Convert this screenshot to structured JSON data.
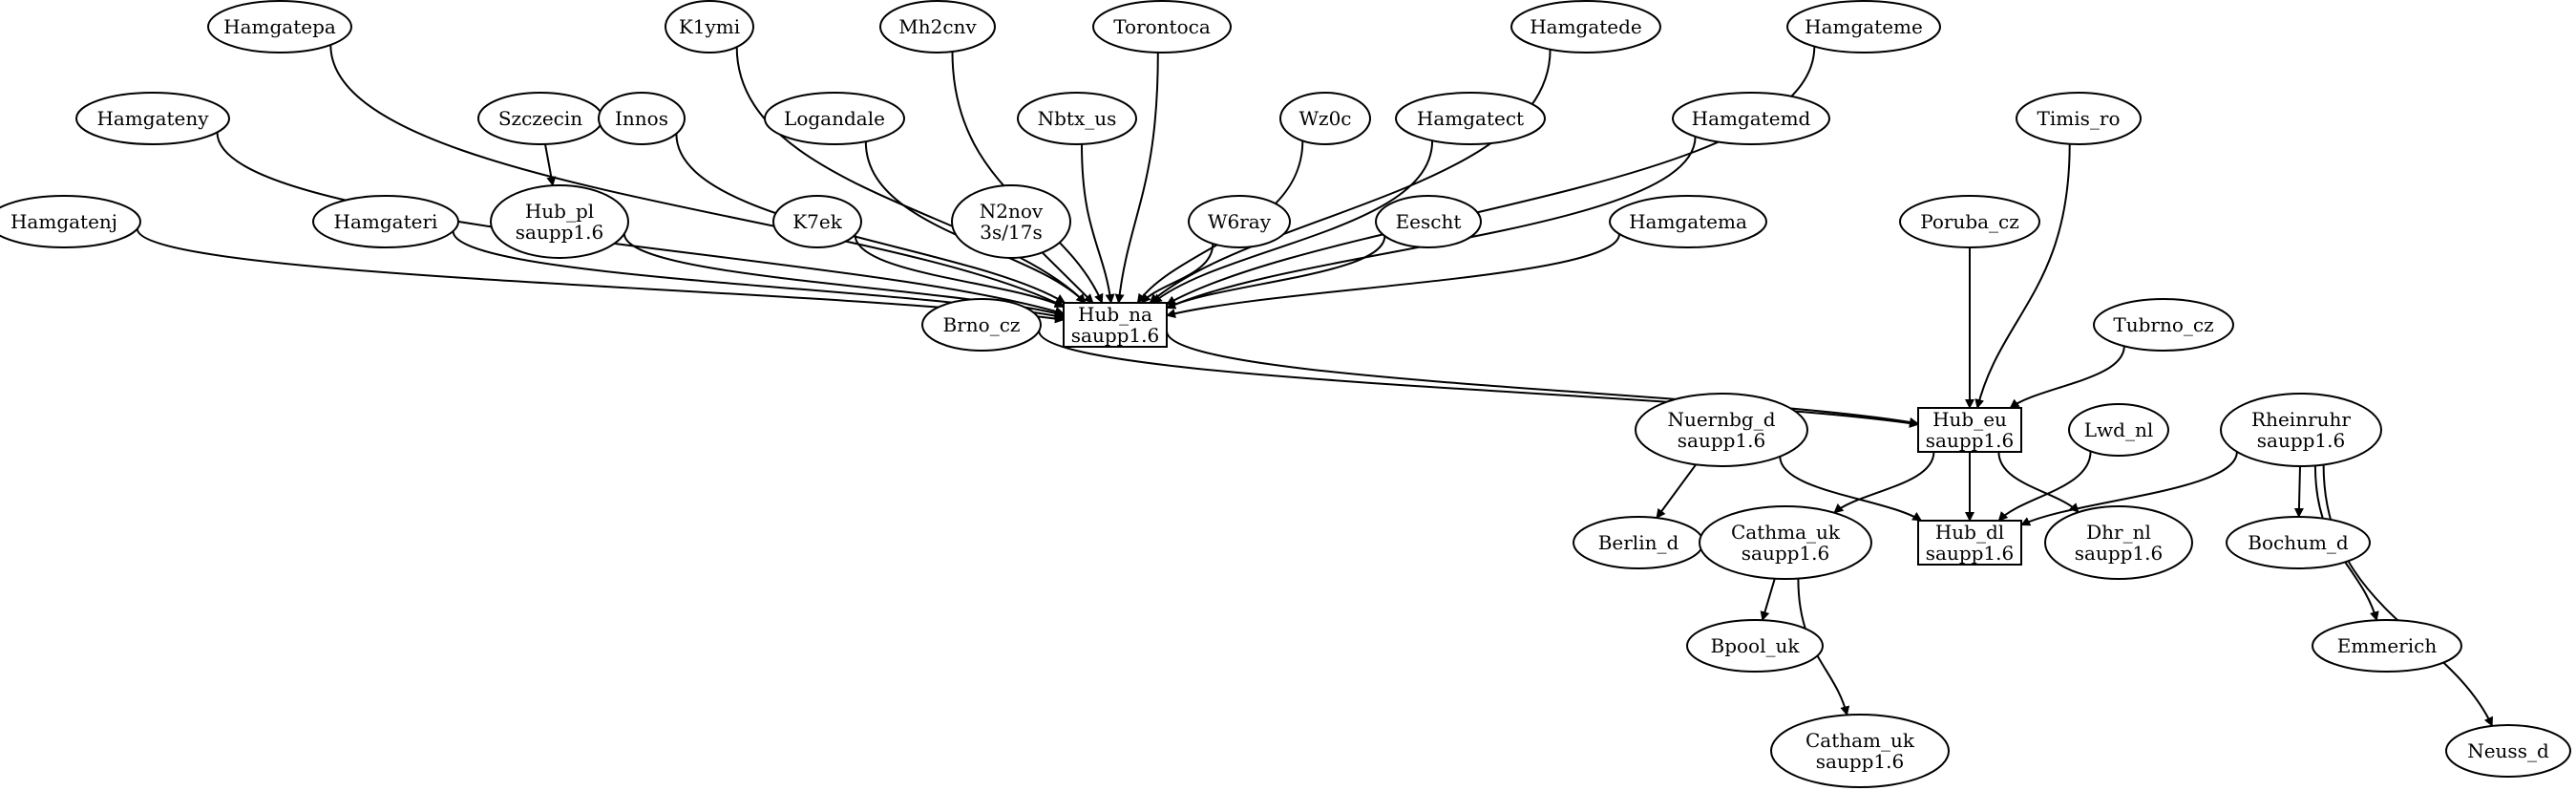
{
  "graph": {
    "nodes": [
      {
        "id": "hamgatepa",
        "label": "Hamgatepa",
        "shape": "ellipse"
      },
      {
        "id": "k1ymi",
        "label": "K1ymi",
        "shape": "ellipse"
      },
      {
        "id": "mh2cnv",
        "label": "Mh2cnv",
        "shape": "ellipse"
      },
      {
        "id": "torontoca",
        "label": "Torontoca",
        "shape": "ellipse"
      },
      {
        "id": "hamgatede",
        "label": "Hamgatede",
        "shape": "ellipse"
      },
      {
        "id": "hamgateme",
        "label": "Hamgateme",
        "shape": "ellipse"
      },
      {
        "id": "hamgateny",
        "label": "Hamgateny",
        "shape": "ellipse"
      },
      {
        "id": "szczecin",
        "label": "Szczecin",
        "shape": "ellipse"
      },
      {
        "id": "innos",
        "label": "Innos",
        "shape": "ellipse"
      },
      {
        "id": "logandale",
        "label": "Logandale",
        "shape": "ellipse"
      },
      {
        "id": "nbtx_us",
        "label": "Nbtx_us",
        "shape": "ellipse"
      },
      {
        "id": "wz0c",
        "label": "Wz0c",
        "shape": "ellipse"
      },
      {
        "id": "hamgatect",
        "label": "Hamgatect",
        "shape": "ellipse"
      },
      {
        "id": "hamgatemd",
        "label": "Hamgatemd",
        "shape": "ellipse"
      },
      {
        "id": "timis_ro",
        "label": "Timis_ro",
        "shape": "ellipse"
      },
      {
        "id": "hamgatenj",
        "label": "Hamgatenj",
        "shape": "ellipse"
      },
      {
        "id": "hamgateri",
        "label": "Hamgateri",
        "shape": "ellipse"
      },
      {
        "id": "hub_pl",
        "label": "Hub_pl\nsaupp1.6",
        "shape": "ellipse"
      },
      {
        "id": "k7ek",
        "label": "K7ek",
        "shape": "ellipse"
      },
      {
        "id": "n2nov",
        "label": "N2nov\n3s/17s",
        "shape": "ellipse"
      },
      {
        "id": "w6ray",
        "label": "W6ray",
        "shape": "ellipse"
      },
      {
        "id": "eescht",
        "label": "Eescht",
        "shape": "ellipse"
      },
      {
        "id": "hamgatema",
        "label": "Hamgatema",
        "shape": "ellipse"
      },
      {
        "id": "poruba_cz",
        "label": "Poruba_cz",
        "shape": "ellipse"
      },
      {
        "id": "brno_cz",
        "label": "Brno_cz",
        "shape": "ellipse"
      },
      {
        "id": "hub_na",
        "label": "Hub_na\nsaupp1.6",
        "shape": "box"
      },
      {
        "id": "tubrno_cz",
        "label": "Tubrno_cz",
        "shape": "ellipse"
      },
      {
        "id": "hub_eu",
        "label": "Hub_eu\nsaupp1.6",
        "shape": "box"
      },
      {
        "id": "nuernbg_d",
        "label": "Nuernbg_d\nsaupp1.6",
        "shape": "ellipse"
      },
      {
        "id": "lwd_nl",
        "label": "Lwd_nl",
        "shape": "ellipse"
      },
      {
        "id": "rheinruhr",
        "label": "Rheinruhr\nsaupp1.6",
        "shape": "ellipse"
      },
      {
        "id": "berlin_d",
        "label": "Berlin_d",
        "shape": "ellipse"
      },
      {
        "id": "cathma_uk",
        "label": "Cathma_uk\nsaupp1.6",
        "shape": "ellipse"
      },
      {
        "id": "hub_dl",
        "label": "Hub_dl\nsaupp1.6",
        "shape": "box"
      },
      {
        "id": "dhr_nl",
        "label": "Dhr_nl\nsaupp1.6",
        "shape": "ellipse"
      },
      {
        "id": "bochum_d",
        "label": "Bochum_d",
        "shape": "ellipse"
      },
      {
        "id": "bpool_uk",
        "label": "Bpool_uk",
        "shape": "ellipse"
      },
      {
        "id": "emmerich",
        "label": "Emmerich",
        "shape": "ellipse"
      },
      {
        "id": "catham_uk",
        "label": "Catham_uk\nsaupp1.6",
        "shape": "ellipse"
      },
      {
        "id": "neuss_d",
        "label": "Neuss_d",
        "shape": "ellipse"
      }
    ],
    "edges": [
      {
        "from": "hamgatepa",
        "to": "hub_na"
      },
      {
        "from": "k1ymi",
        "to": "hub_na"
      },
      {
        "from": "mh2cnv",
        "to": "hub_na"
      },
      {
        "from": "torontoca",
        "to": "hub_na"
      },
      {
        "from": "hamgatede",
        "to": "hub_na"
      },
      {
        "from": "hamgateme",
        "to": "hub_na"
      },
      {
        "from": "hamgateny",
        "to": "hub_na"
      },
      {
        "from": "szczecin",
        "to": "hub_pl"
      },
      {
        "from": "innos",
        "to": "hub_na"
      },
      {
        "from": "logandale",
        "to": "hub_na"
      },
      {
        "from": "nbtx_us",
        "to": "hub_na"
      },
      {
        "from": "wz0c",
        "to": "hub_na"
      },
      {
        "from": "hamgatect",
        "to": "hub_na"
      },
      {
        "from": "hamgatemd",
        "to": "hub_na"
      },
      {
        "from": "timis_ro",
        "to": "hub_eu"
      },
      {
        "from": "hamgatenj",
        "to": "hub_na"
      },
      {
        "from": "hamgateri",
        "to": "hub_na"
      },
      {
        "from": "hub_pl",
        "to": "hub_na"
      },
      {
        "from": "k7ek",
        "to": "hub_na"
      },
      {
        "from": "n2nov",
        "to": "hub_na"
      },
      {
        "from": "w6ray",
        "to": "hub_na"
      },
      {
        "from": "eescht",
        "to": "hub_na"
      },
      {
        "from": "hamgatema",
        "to": "hub_na"
      },
      {
        "from": "poruba_cz",
        "to": "hub_eu"
      },
      {
        "from": "hub_na",
        "to": "hub_eu"
      },
      {
        "from": "brno_cz",
        "to": "hub_eu"
      },
      {
        "from": "tubrno_cz",
        "to": "hub_eu"
      },
      {
        "from": "hub_eu",
        "to": "cathma_uk"
      },
      {
        "from": "hub_eu",
        "to": "hub_dl"
      },
      {
        "from": "hub_eu",
        "to": "dhr_nl"
      },
      {
        "from": "nuernbg_d",
        "to": "berlin_d"
      },
      {
        "from": "nuernbg_d",
        "to": "hub_dl"
      },
      {
        "from": "lwd_nl",
        "to": "hub_dl"
      },
      {
        "from": "rheinruhr",
        "to": "hub_dl"
      },
      {
        "from": "rheinruhr",
        "to": "bochum_d"
      },
      {
        "from": "rheinruhr",
        "to": "emmerich"
      },
      {
        "from": "rheinruhr",
        "to": "neuss_d"
      },
      {
        "from": "cathma_uk",
        "to": "bpool_uk"
      },
      {
        "from": "cathma_uk",
        "to": "catham_uk"
      }
    ]
  }
}
